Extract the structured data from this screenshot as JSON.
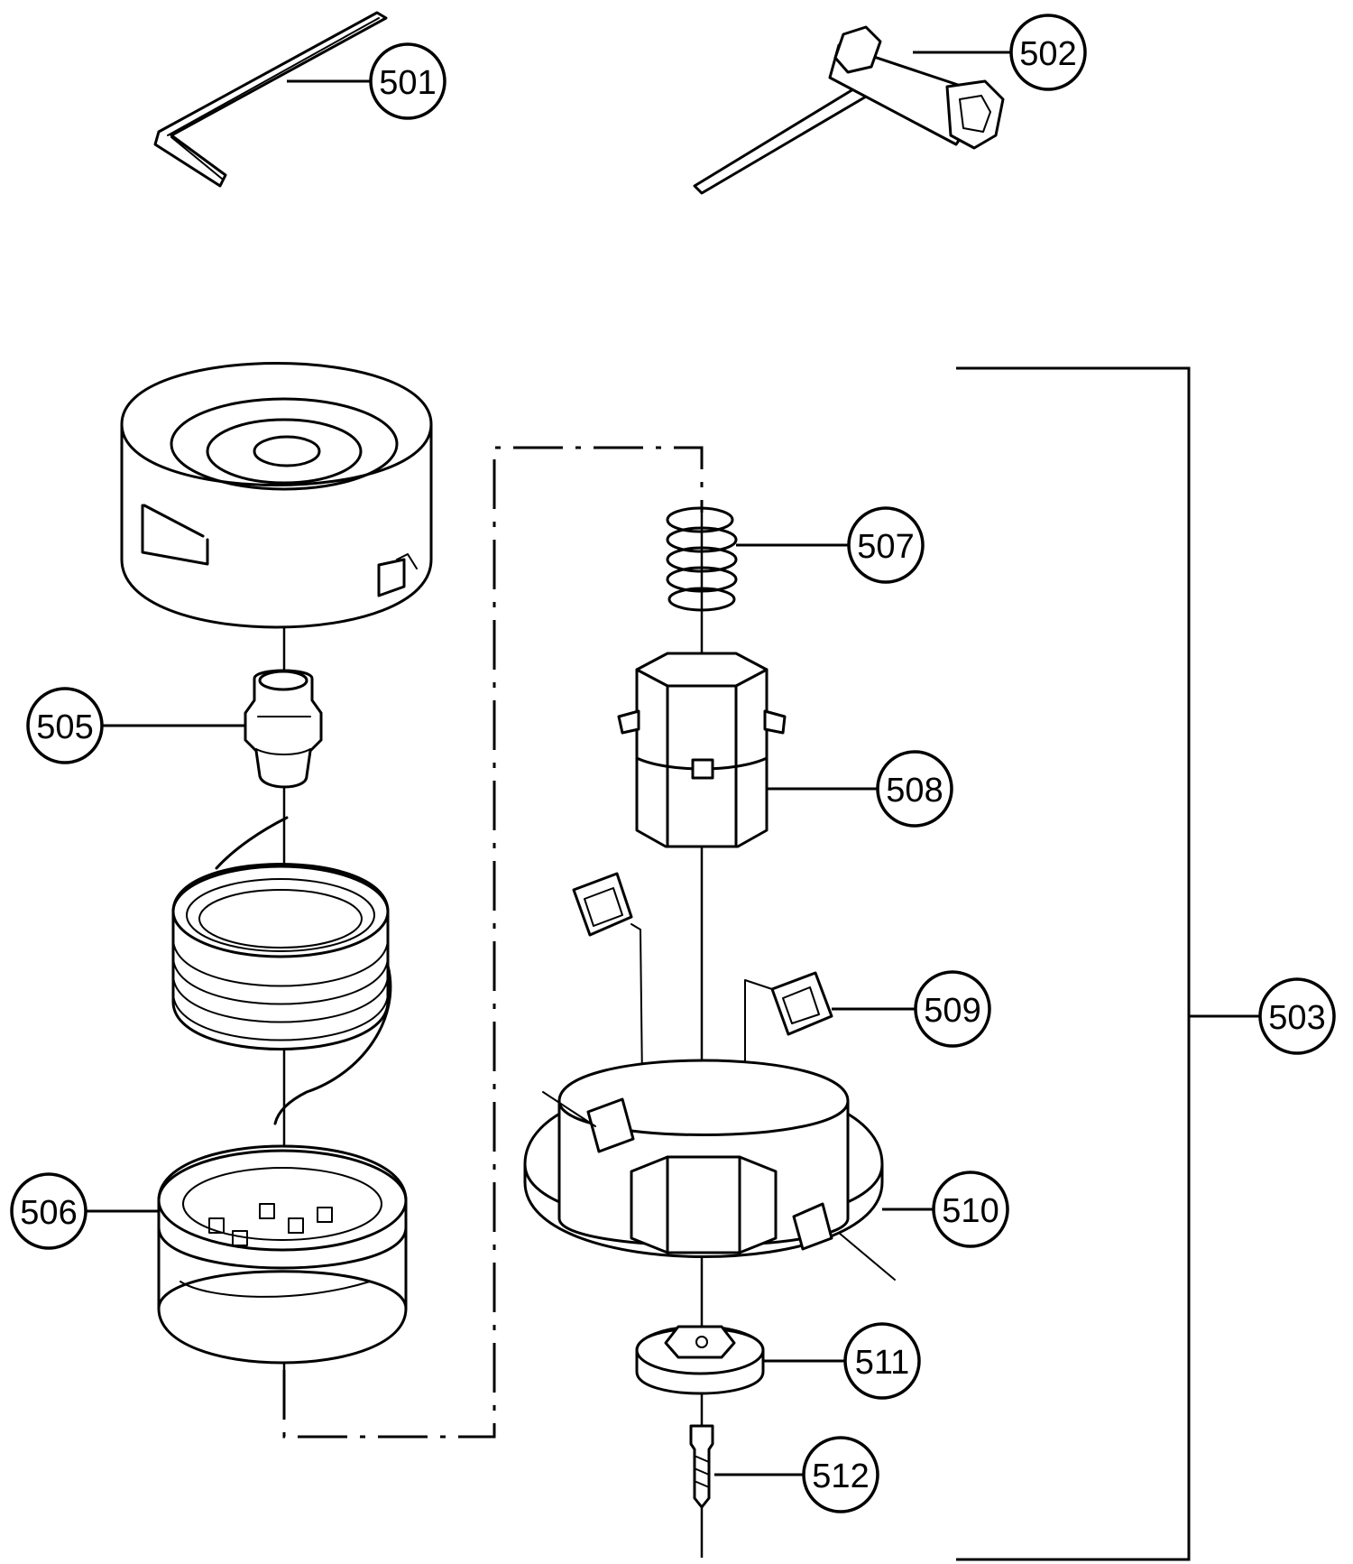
{
  "callouts": {
    "c501": "501",
    "c502": "502",
    "c503": "503",
    "c505": "505",
    "c506": "506",
    "c507": "507",
    "c508": "508",
    "c509": "509",
    "c510": "510",
    "c511": "511",
    "c512": "512"
  }
}
